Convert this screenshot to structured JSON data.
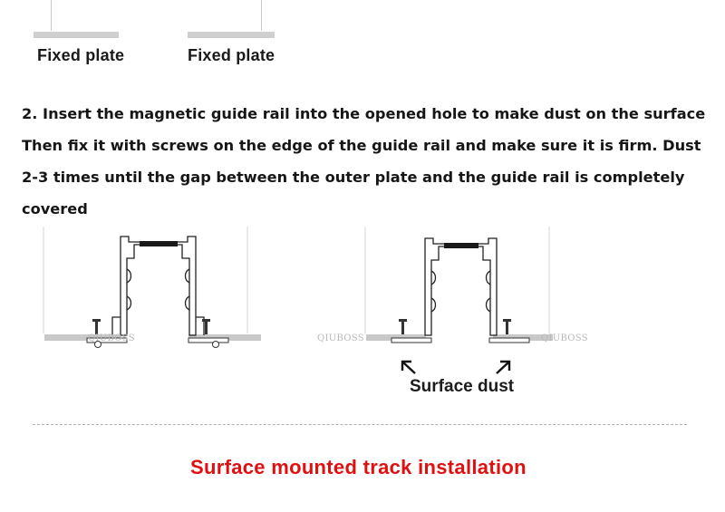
{
  "top": {
    "label_left": "Fixed plate",
    "label_right": "Fixed plate"
  },
  "instructions": {
    "line1": "2. Insert the magnetic guide rail into the opened hole to make dust on the surface",
    "line2": "Then fix it with screws on the edge of the guide rail and make sure it is firm. Dust",
    "line3": "2-3 times until the gap between the outer plate and the guide rail is completely",
    "line4": "covered"
  },
  "diagrams": {
    "left_watermark": "QIUBOSS",
    "right_watermark_left": "QIUBOSS",
    "right_watermark_right": "QIUBOSS",
    "annotation": "Surface dust"
  },
  "footer": {
    "title": "Surface mounted track installation"
  },
  "colors": {
    "title_red": "#e01010",
    "plate_gray": "#c8c8c8",
    "rail_black": "#1a1a1a"
  }
}
